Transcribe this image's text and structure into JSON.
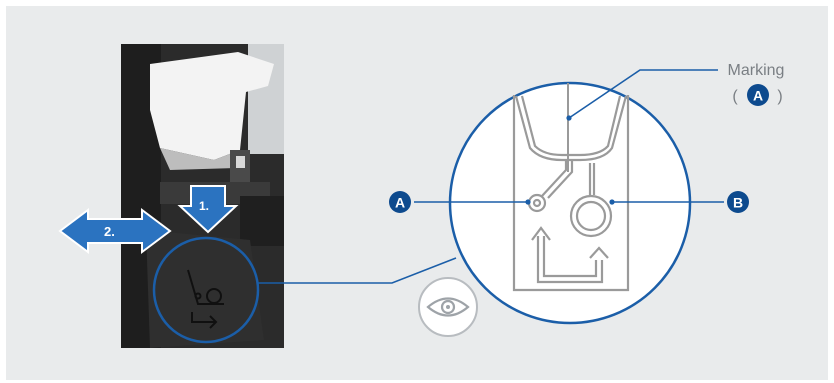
{
  "diagram": {
    "steps": {
      "step1": "1.",
      "step2": "2."
    },
    "callouts": {
      "marking_label": "Marking",
      "marking_paren_open": "(",
      "marking_paren_close": ")",
      "marking_letter": "A",
      "left_letter": "A",
      "right_letter": "B"
    },
    "icons": {
      "inspect": "eye-icon"
    },
    "colors": {
      "navy": "#0d4a8e",
      "callout_blue": "#1b5ea8",
      "step_blue": "#2b73c0",
      "panel_bg": "#e9ebec"
    }
  }
}
